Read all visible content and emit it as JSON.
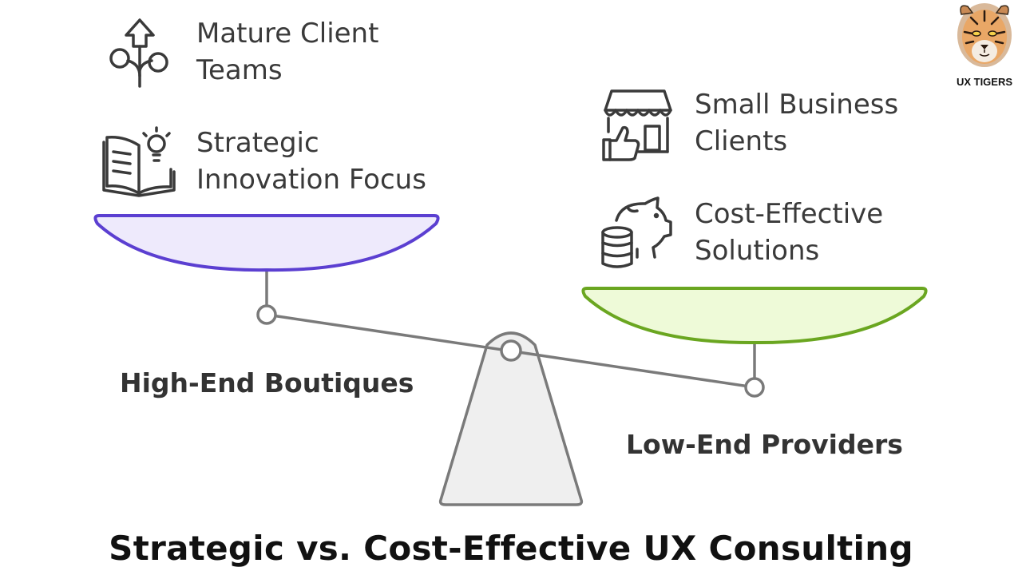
{
  "left": {
    "label": "High-End Boutiques",
    "items": [
      {
        "icon": "growth-tree-icon",
        "line1": "Mature Client",
        "line2": "Teams"
      },
      {
        "icon": "book-lightbulb-icon",
        "line1": "Strategic",
        "line2": "Innovation Focus"
      }
    ],
    "pan_fill": "#eeeafc",
    "pan_stroke": "#5b3fd1"
  },
  "right": {
    "label": "Low-End Providers",
    "items": [
      {
        "icon": "storefront-thumbs-up-icon",
        "line1": "Small Business",
        "line2": "Clients"
      },
      {
        "icon": "piggy-bank-coins-icon",
        "line1": "Cost-Effective",
        "line2": "Solutions"
      }
    ],
    "pan_fill": "#eefad8",
    "pan_stroke": "#6aa620"
  },
  "title": "Strategic vs. Cost-Effective UX Consulting",
  "brand": {
    "name": "UX TIGERS",
    "icon": "tiger-logo-icon"
  },
  "colors": {
    "structure": "#7a7a7a",
    "fulcrum_fill": "#efefef",
    "text": "#3a3a3a"
  }
}
